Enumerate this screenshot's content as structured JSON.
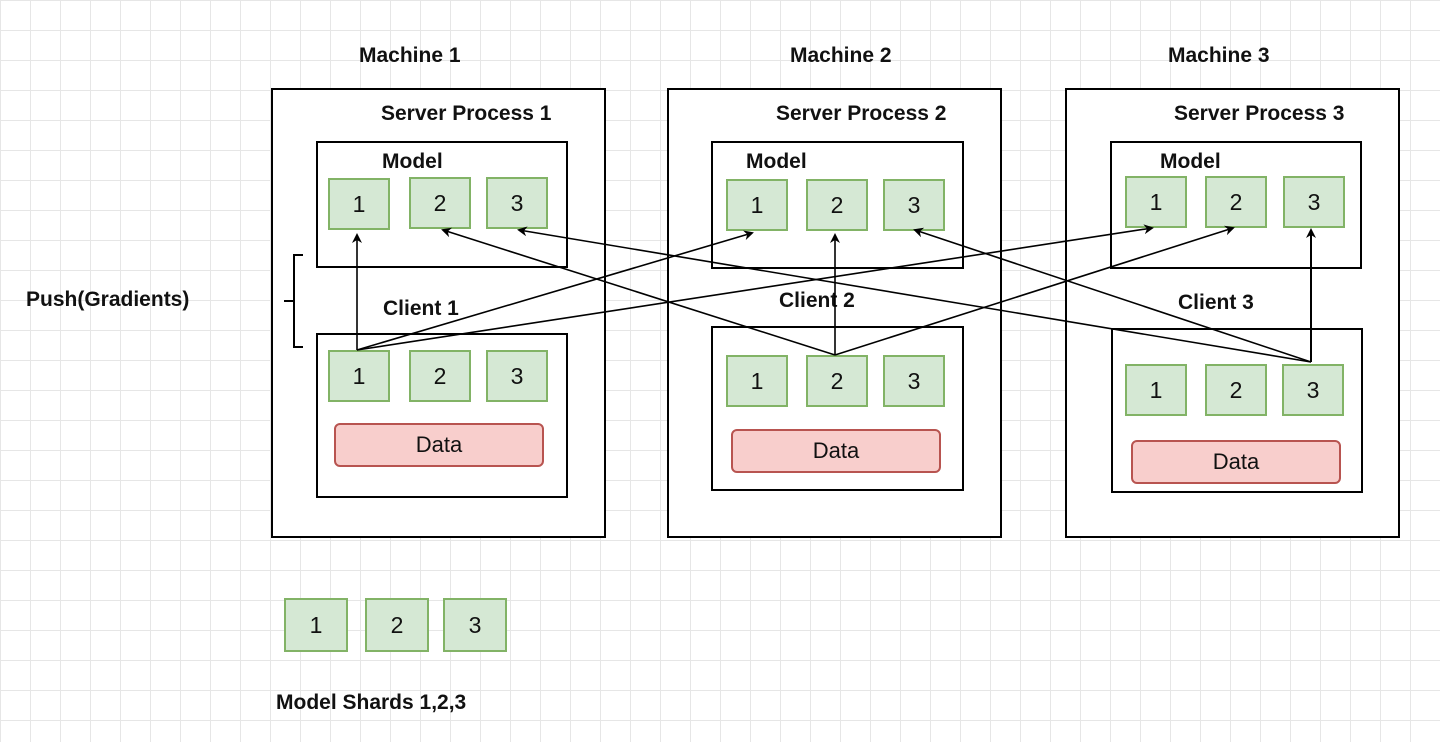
{
  "machines": [
    {
      "label": "Machine 1",
      "server_label": "Server Process 1",
      "model_label": "Model",
      "client_label": "Client 1",
      "data_label": "Data",
      "model_shards": [
        "1",
        "2",
        "3"
      ],
      "client_shards": [
        "1",
        "2",
        "3"
      ]
    },
    {
      "label": "Machine 2",
      "server_label": "Server Process 2",
      "model_label": "Model",
      "client_label": "Client 2",
      "data_label": "Data",
      "model_shards": [
        "1",
        "2",
        "3"
      ],
      "client_shards": [
        "1",
        "2",
        "3"
      ]
    },
    {
      "label": "Machine 3",
      "server_label": "Server Process 3",
      "model_label": "Model",
      "client_label": "Client 3",
      "data_label": "Data",
      "model_shards": [
        "1",
        "2",
        "3"
      ],
      "client_shards": [
        "1",
        "2",
        "3"
      ]
    }
  ],
  "side_label": "Push(Gradients)",
  "legend": {
    "shards": [
      "1",
      "2",
      "3"
    ],
    "caption": "Model Shards 1,2,3"
  },
  "colors": {
    "shard_fill": "#d5e8d4",
    "shard_border": "#82b366",
    "data_fill": "#f8cecc",
    "data_border": "#b85450",
    "grid": "#e6e6e6"
  }
}
